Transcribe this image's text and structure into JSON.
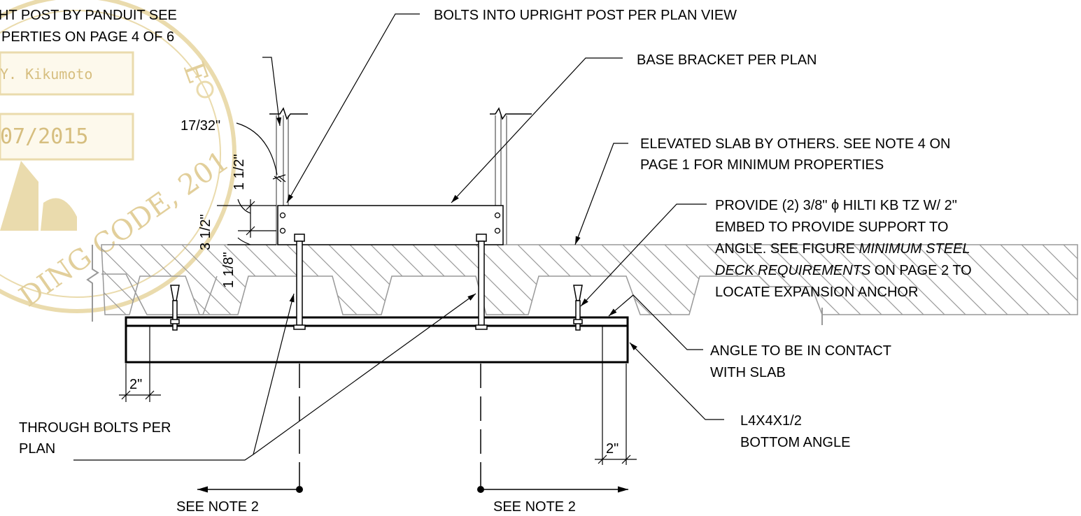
{
  "notes": {
    "upright_post_line1": "HT POST BY PANDUIT SEE",
    "upright_post_line2": "PERTIES ON PAGE 4 OF 6",
    "bolts_into_post": "BOLTS INTO UPRIGHT POST PER PLAN VIEW",
    "base_bracket": "BASE BRACKET PER PLAN",
    "elevated_slab_line1": "ELEVATED SLAB BY OTHERS. SEE NOTE 4 ON",
    "elevated_slab_line2": "PAGE 1 FOR MINIMUM PROPERTIES",
    "provide_line1": "PROVIDE (2) 3/8\" ϕ HILTI KB TZ W/ 2\"",
    "provide_line2": "EMBED TO PROVIDE SUPPORT TO",
    "provide_line3_a": "ANGLE. SEE FIGURE ",
    "provide_line3_b": "MINIMUM STEEL",
    "provide_line4_a": "DECK REQUIREMENTS",
    "provide_line4_b": " ON PAGE 2 TO",
    "provide_line5": "LOCATE EXPANSION ANCHOR",
    "angle_contact_line1": "ANGLE TO BE IN CONTACT",
    "angle_contact_line2": "WITH SLAB",
    "bottom_angle_line1": "L4X4X1/2",
    "bottom_angle_line2": "BOTTOM ANGLE",
    "through_bolts_line1": "THROUGH BOLTS PER",
    "through_bolts_line2": "PLAN",
    "see_note_left": "SEE NOTE 2",
    "see_note_right": "SEE NOTE 2"
  },
  "dimensions": {
    "dim_17_32": "17/32\"",
    "dim_1_half_top": "1 1/2\"",
    "dim_3_half": "3 1/2\"",
    "dim_1_1_8": "1 1/8\"",
    "dim_2_left": "2\"",
    "dim_2_right": "2\""
  },
  "stamp": {
    "name": "Y. Kikumoto",
    "date": "07/2015",
    "seal_arc": "DING CODE, 201",
    "seal_right": "E"
  },
  "colors": {
    "line": "#000000",
    "slab_line": "#999999",
    "stamp": "#c9a955",
    "stamp_fill": "#fdf8e6"
  }
}
